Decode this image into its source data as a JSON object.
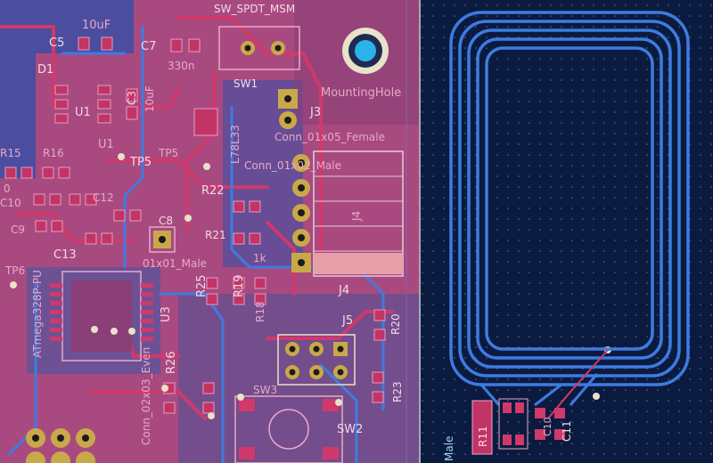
{
  "view": {
    "kind": "pcb-layout-editor",
    "colors": {
      "board_front": "#a84a7f",
      "board_back": "#2c4fa8",
      "background": "#0b1b3f",
      "copper_front": "#d0396b",
      "copper_back": "#3f7be0",
      "pad": "#c9a84a",
      "silkscreen": "#f3d9e6",
      "via": "#e8e2c8",
      "outline": "#d9d9d9"
    }
  },
  "labels": {
    "sw_spdt": "SW_SPDT_MSM",
    "c5": "C5",
    "c5_val": "10uF",
    "c7": "C7",
    "c7_val": "330n",
    "d1": "D1",
    "u1_ref": "U1",
    "u1_ref2": "U1",
    "c3": "C3",
    "c3_val": "10uF",
    "sw1": "SW1",
    "mounting_hole": "MountingHole",
    "j3": "J3",
    "conn_female": "Conn_01x05_Female",
    "r15": "R15",
    "r16": "R16",
    "tp5": "TP5",
    "tp5_b": "TP5",
    "l78": "L78L33",
    "conn_male2": "Conn_01x02_Male",
    "r22": "R22",
    "c10": "C10",
    "c12": "C12",
    "c9": "C9",
    "c8": "C8",
    "j4_rot": "J4",
    "r21": "R21",
    "one_k": "1k",
    "c13": "C13",
    "conn_01x01": "01x01_Male",
    "r25": "R25",
    "r19": "R19",
    "j4": "J4",
    "u3": "U3",
    "r18": "R18",
    "atmega": "ATmega328P-PU",
    "j5": "J5",
    "r20": "R20",
    "r26": "R26",
    "conn_even": "Conn_02x03_Even",
    "sw2": "SW2",
    "r23": "R23",
    "sw3": "SW3",
    "r11": "R11",
    "c11": "C11",
    "c10b": "C10",
    "male": "Male",
    "zero": "0",
    "tp_lbl": "TP6"
  }
}
